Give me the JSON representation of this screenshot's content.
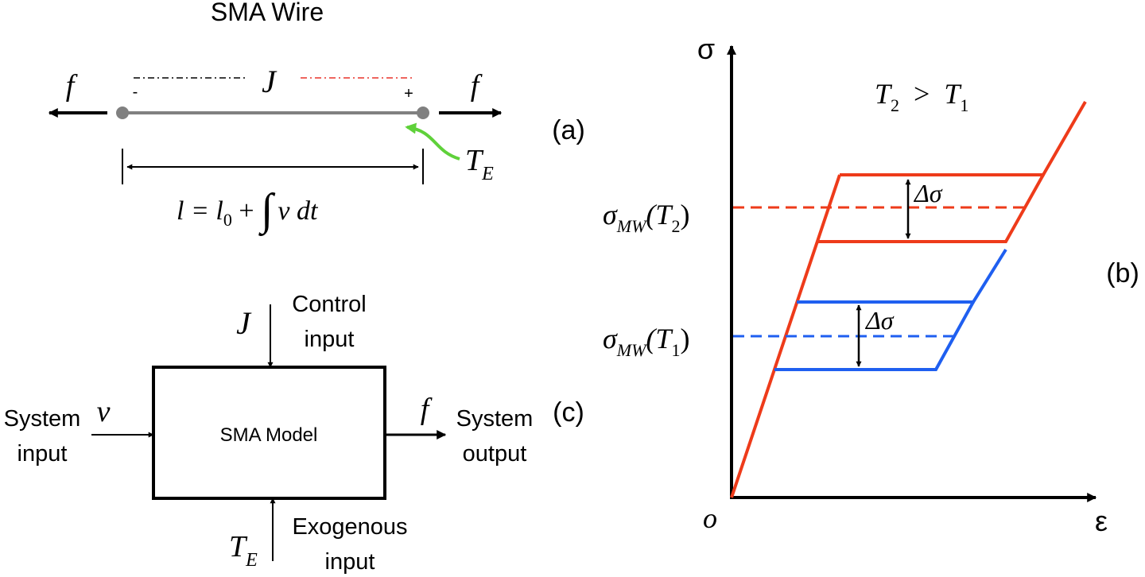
{
  "wire": {
    "title": "SMA Wire",
    "force_left": "f",
    "force_right": "f",
    "current": "J",
    "minus": "-",
    "plus": "+",
    "temp_main": "T",
    "temp_sub": "E",
    "length_eq": {
      "lhs": "l = l",
      "sub0": "0",
      "plus": " + ",
      "integral": "∫",
      "integrand": "v dt"
    },
    "panel_label": "(a)"
  },
  "block": {
    "title": "SMA Model",
    "control_symbol": "J",
    "control_label_1": "Control",
    "control_label_2": "input",
    "system_input_symbol": "v",
    "system_input_1": "System",
    "system_input_2": "input",
    "output_symbol": "f",
    "system_output_1": "System",
    "system_output_2": "output",
    "exo_symbol_main": "T",
    "exo_symbol_sub": "E",
    "exo_label_1": "Exogenous",
    "exo_label_2": "input",
    "panel_label": "(c)"
  },
  "plot": {
    "y_axis_label": "σ",
    "x_axis_label": "ε",
    "origin_label": "o",
    "condition": {
      "t2": "T",
      "t2_sub": "2",
      "gt": ">",
      "t1": "T",
      "t1_sub": "1"
    },
    "sigma_t2": {
      "sigma": "σ",
      "sub": "MW",
      "paren_open": "(T",
      "t_sub": "2",
      "paren_close": ")"
    },
    "sigma_t1": {
      "sigma": "σ",
      "sub": "MW",
      "paren_open": "(T",
      "t_sub": "1",
      "paren_close": ")"
    },
    "delta_top": "Δσ",
    "delta_bottom": "Δσ",
    "panel_label": "(b)",
    "colors": {
      "hot": "#ee3b1a",
      "cold": "#1f5ff0",
      "axis": "#000000",
      "wire": "#808080",
      "heat": "#5fd13a"
    }
  }
}
